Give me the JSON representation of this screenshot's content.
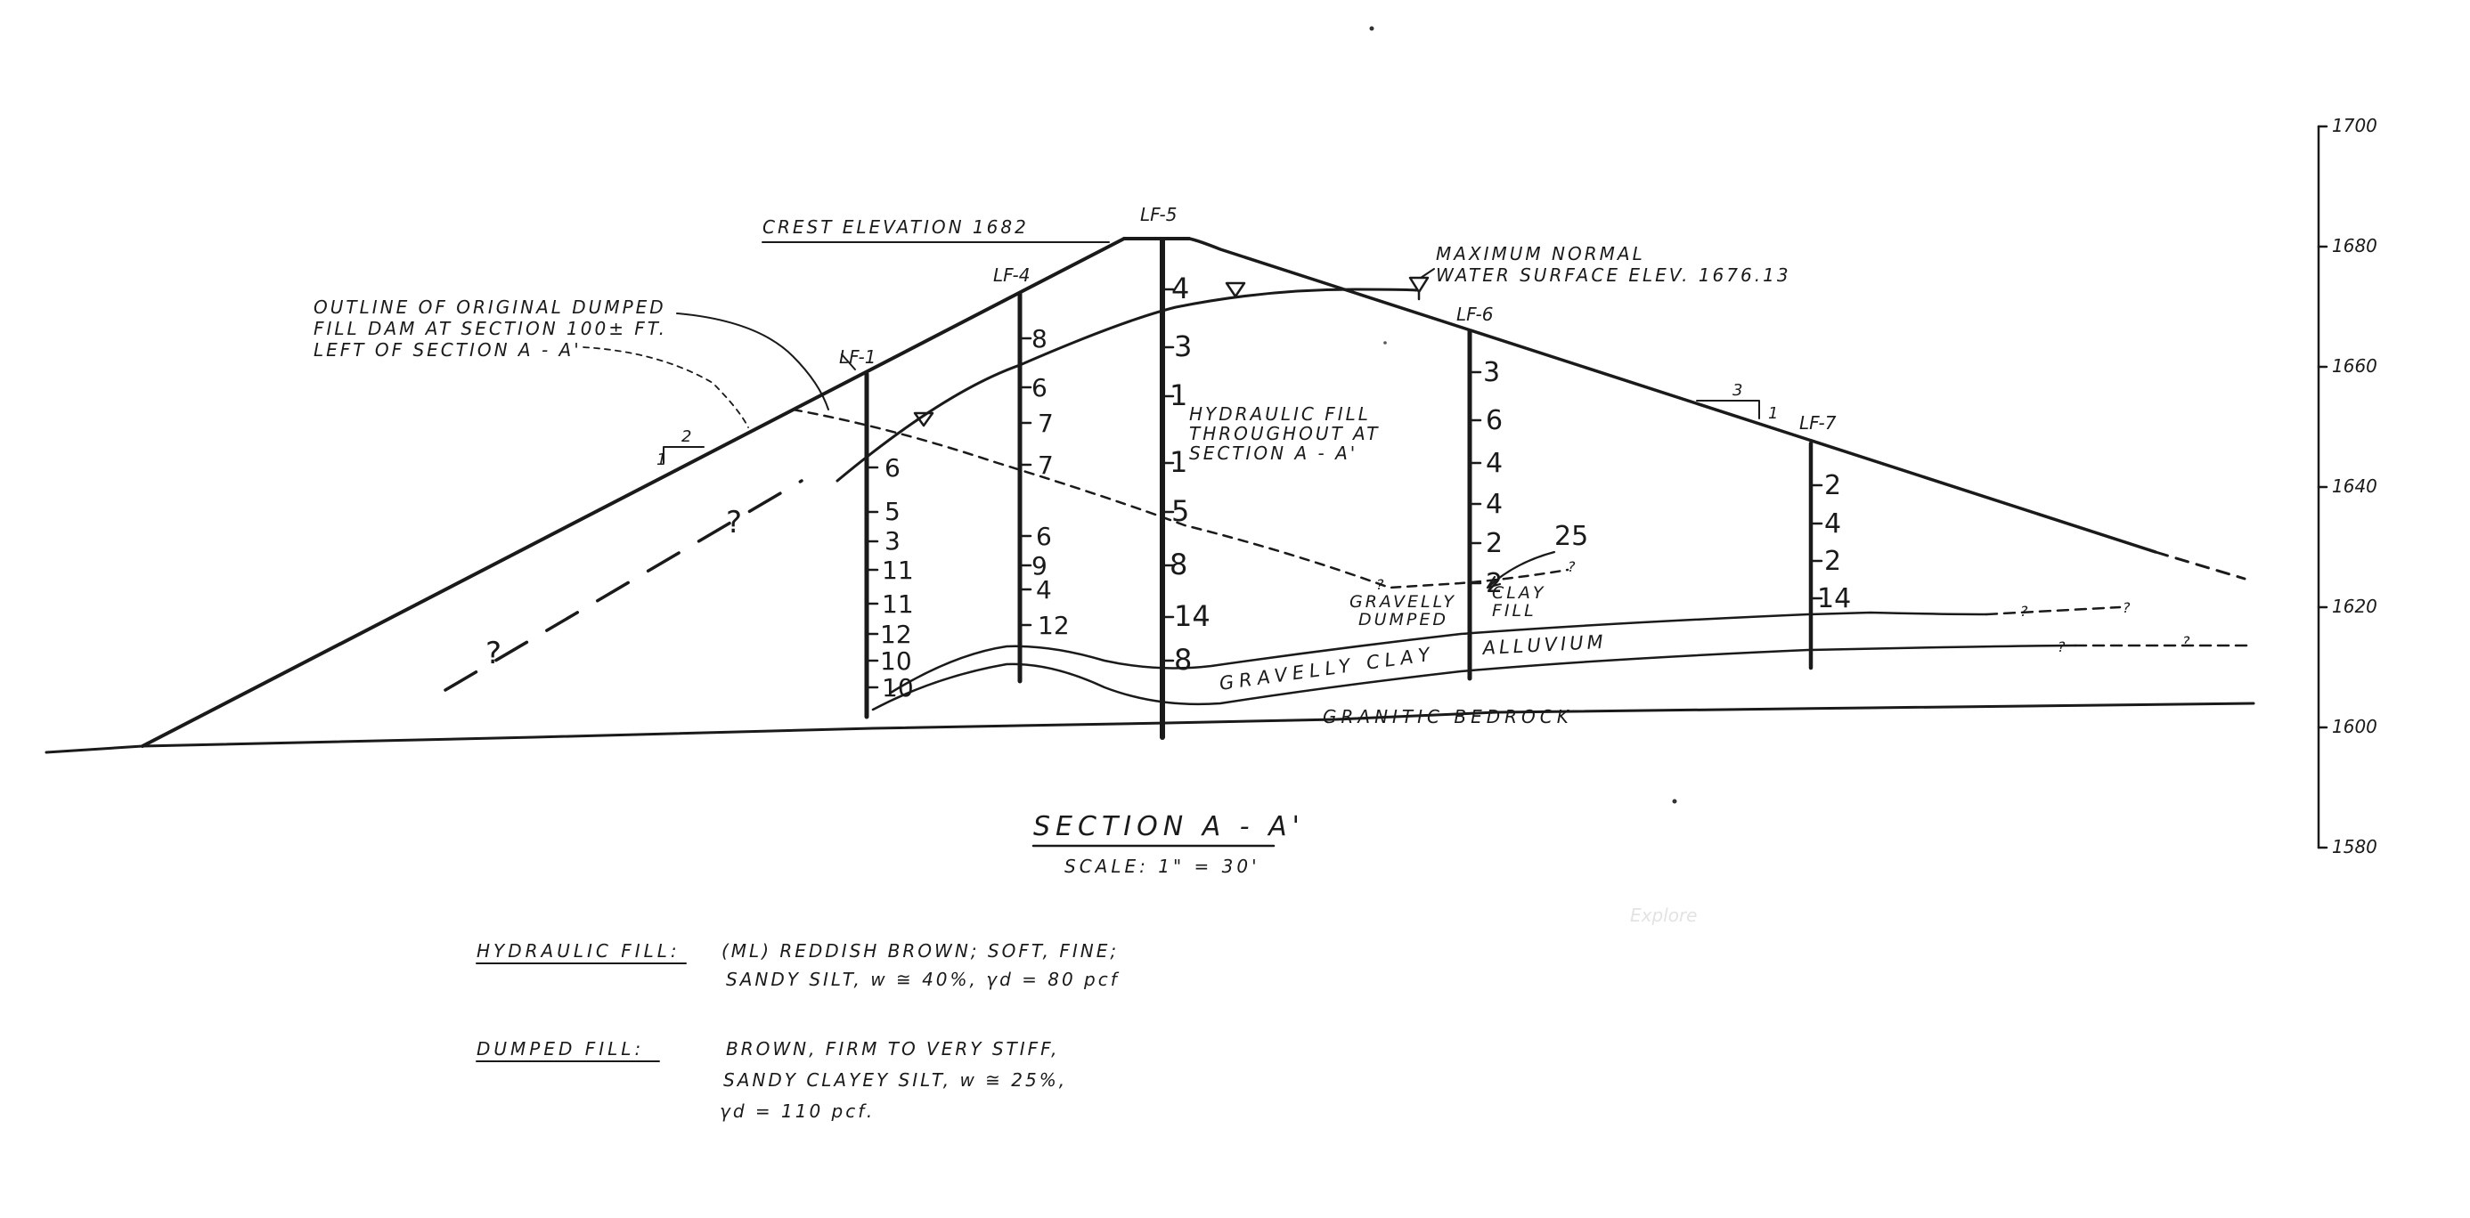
{
  "section": {
    "title": "SECTION  A - A'",
    "scale": "SCALE:  1\" = 30'"
  },
  "elevation_axis": {
    "tick_labels": [
      "1700",
      "1680",
      "1660",
      "1640",
      "1620",
      "1600",
      "1580"
    ]
  },
  "labels": {
    "crest": "CREST ELEVATION  1682",
    "max_water_1": "MAXIMUM  NORMAL",
    "max_water_2": "WATER SURFACE ELEV.  1676.13",
    "outline_1": "OUTLINE  OF  ORIGINAL  DUMPED",
    "outline_2": "FILL  DAM  AT  SECTION  100± FT.",
    "outline_3": "LEFT  OF  SECTION  A - A'",
    "hydraulic_1": "HYDRAULIC  FILL",
    "hydraulic_2": "THROUGHOUT  AT",
    "hydraulic_3": "SECTION  A - A'",
    "gravelly_clay": "GRAVELLY  CLAY",
    "alluvium": "ALLUVIUM",
    "granitic_bedrock": "GRANITIC   BEDROCK",
    "gcd_1": "GRAVELLY",
    "gcd_2": "DUMPED",
    "gcd_3": "CLAY",
    "gcd_4": "FILL",
    "slope_left_v": "1",
    "slope_left_h": "2",
    "slope_right_h": "3",
    "slope_right_v": "1",
    "q1": "?",
    "q2": "?",
    "q3": "?",
    "q4": "?",
    "q5": "?",
    "q6": "?",
    "q7": "?",
    "q8": "?",
    "annot_25": "25"
  },
  "borings": [
    {
      "id": "LF-1",
      "values": [
        "6",
        "5",
        "3",
        "11",
        "11",
        "12",
        "10",
        "10"
      ]
    },
    {
      "id": "LF-4",
      "values": [
        "8",
        "6",
        "7",
        "7",
        "6",
        "9",
        "4",
        "12"
      ]
    },
    {
      "id": "LF-5",
      "values": [
        "4",
        "3",
        "1",
        "1",
        "5",
        "8",
        "14",
        "8"
      ]
    },
    {
      "id": "LF-6",
      "values": [
        "3",
        "6",
        "4",
        "4",
        "2",
        "2"
      ]
    },
    {
      "id": "LF-7",
      "values": [
        "2",
        "4",
        "2",
        "14"
      ]
    }
  ],
  "legend": {
    "hydraulic_fill": {
      "term": "HYDRAULIC  FILL:",
      "line1": "(ML)  REDDISH  BROWN;  SOFT,  FINE;",
      "line2": "SANDY  SILT,  w ≅ 40%,  γd = 80 pcf"
    },
    "dumped_fill": {
      "term": "DUMPED   FILL:",
      "line1": "BROWN,  FIRM  TO  VERY  STIFF,",
      "line2": "SANDY  CLAYEY  SILT,  w ≅ 25%,",
      "line3": "γd = 110  pcf."
    }
  },
  "faint_text": {
    "explore": "Explore"
  },
  "colors": {
    "ink": "#1a1a1a",
    "paper": "#ffffff"
  }
}
